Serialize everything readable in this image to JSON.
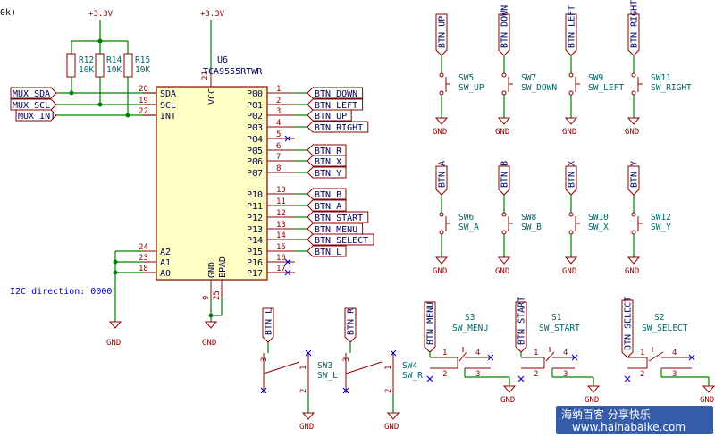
{
  "power": {
    "supply": "+3.3V",
    "ground": "GND"
  },
  "corner_text": "0k)",
  "resistors": [
    {
      "ref": "R12",
      "value": "10K"
    },
    {
      "ref": "R14",
      "value": "10K"
    },
    {
      "ref": "R15",
      "value": "10K"
    }
  ],
  "ic": {
    "ref": "U6",
    "part": "TCA9555RTWR",
    "vcc_pin": "21",
    "vcc_label": "VCC",
    "gnd_label": "GND",
    "epad_label": "EPAD",
    "gnd_pin": "9",
    "epad_pin": "25",
    "left_pins": [
      {
        "name": "SDA",
        "num": "20"
      },
      {
        "name": "SCL",
        "num": "19"
      },
      {
        "name": "INT",
        "num": "22"
      },
      {
        "name": "A2",
        "num": "24"
      },
      {
        "name": "A1",
        "num": "23"
      },
      {
        "name": "A0",
        "num": "18"
      }
    ],
    "right_pins": [
      {
        "name": "P00",
        "num": "1"
      },
      {
        "name": "P01",
        "num": "2"
      },
      {
        "name": "P02",
        "num": "3"
      },
      {
        "name": "P03",
        "num": "4"
      },
      {
        "name": "P04",
        "num": "5"
      },
      {
        "name": "P05",
        "num": "6"
      },
      {
        "name": "P06",
        "num": "7"
      },
      {
        "name": "P07",
        "num": "8"
      },
      {
        "name": "P10",
        "num": "10"
      },
      {
        "name": "P11",
        "num": "11"
      },
      {
        "name": "P12",
        "num": "12"
      },
      {
        "name": "P13",
        "num": "13"
      },
      {
        "name": "P14",
        "num": "14"
      },
      {
        "name": "P15",
        "num": "15"
      },
      {
        "name": "P16",
        "num": "16"
      },
      {
        "name": "P17",
        "num": "17"
      }
    ]
  },
  "mux_labels": [
    "MUX_SDA",
    "MUX_SCL",
    "MUX_INT"
  ],
  "port_labels": [
    "BTN_DOWN",
    "BTN_LEFT",
    "BTN_UP",
    "BTN_RIGHT",
    "",
    "BTN_R",
    "BTN_X",
    "BTN_Y",
    "BTN_B",
    "BTN_A",
    "BTN_START",
    "BTN_MENU",
    "BTN_SELECT",
    "BTN_L",
    "",
    ""
  ],
  "annotation": "I2C direction: 0000",
  "grid_switches": [
    {
      "label": "BTN_UP",
      "ref": "SW5",
      "value": "SW_UP"
    },
    {
      "label": "BTN_DOWN",
      "ref": "SW7",
      "value": "SW_DOWN"
    },
    {
      "label": "BTN_LEFT",
      "ref": "SW9",
      "value": "SW_LEFT"
    },
    {
      "label": "BTN_RIGHT",
      "ref": "SW11",
      "value": "SW_RIGHT"
    },
    {
      "label": "BTN_A",
      "ref": "SW6",
      "value": "SW_A"
    },
    {
      "label": "BTN_B",
      "ref": "SW8",
      "value": "SW_B"
    },
    {
      "label": "BTN_X",
      "ref": "SW10",
      "value": "SW_X"
    },
    {
      "label": "BTN_Y",
      "ref": "SW12",
      "value": "SW_Y"
    }
  ],
  "shoulder_switches": [
    {
      "label": "BTN_L",
      "ref": "SW3",
      "value": "SW_L"
    },
    {
      "label": "BTN_R",
      "ref": "SW4",
      "value": "SW_R"
    }
  ],
  "tact_switches": [
    {
      "label": "BTN_MENU",
      "ref": "S3",
      "value": "SW_MENU"
    },
    {
      "label": "BTN_START",
      "ref": "S1",
      "value": "SW_START"
    },
    {
      "label": "BTN_SELECT",
      "ref": "S2",
      "value": "SW_SELECT"
    }
  ],
  "watermark": {
    "cn": "海纳百客 分享快乐",
    "url": "www.hainabaike.com"
  }
}
